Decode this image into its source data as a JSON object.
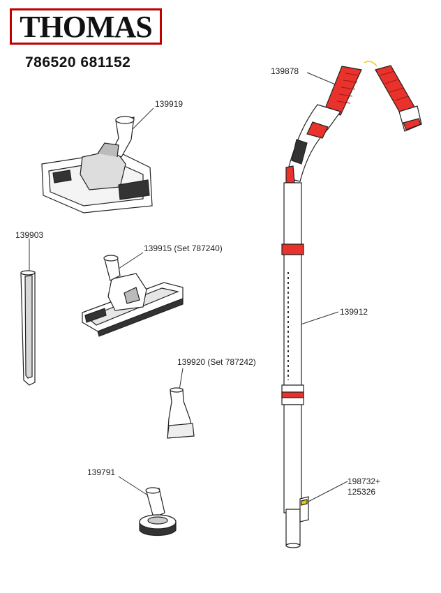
{
  "brand": {
    "name": "THOMAS",
    "accent": "#c00000"
  },
  "model_numbers": "786520 681152",
  "parts": [
    {
      "id": "hose",
      "label": "139878"
    },
    {
      "id": "floor_nozzle",
      "label": "139919"
    },
    {
      "id": "crevice_tool",
      "label": "139903"
    },
    {
      "id": "parquet_nozzle",
      "label": "139915 (Set 787240)"
    },
    {
      "id": "tube",
      "label": "139912"
    },
    {
      "id": "upholstery_nozzle",
      "label": "139920 (Set 787242)"
    },
    {
      "id": "dust_brush",
      "label": "139791"
    },
    {
      "id": "clip",
      "label": "198732+\n125326"
    }
  ],
  "colors": {
    "line": "#222222",
    "highlight": "#e8322b",
    "fill_dark": "#333333"
  }
}
